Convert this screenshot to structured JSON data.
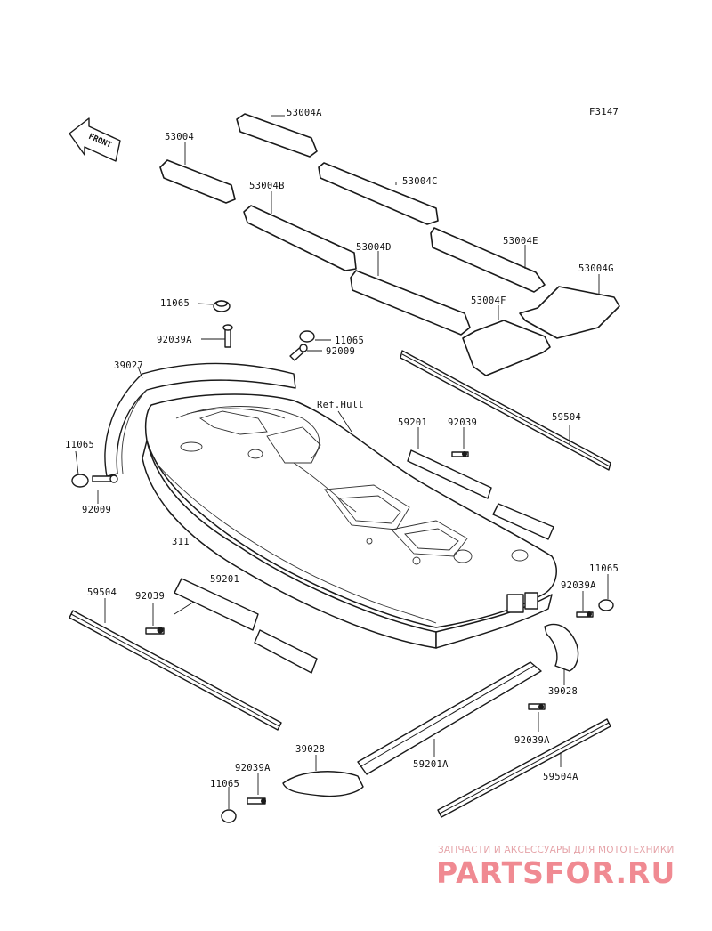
{
  "figure": {
    "code": "F3147",
    "ref_hull": "Ref.Hull",
    "front_label": "FRONT"
  },
  "mats": {
    "m53004": "53004",
    "m53004A": "53004A",
    "m53004B": "53004B",
    "m53004C": "53004C",
    "m53004D": "53004D",
    "m53004E": "53004E",
    "m53004F": "53004F",
    "m53004G": "53004G"
  },
  "parts": {
    "p11065_top": "11065",
    "p92039A_top": "92039A",
    "p11065_mid": "11065",
    "p92009_mid": "92009",
    "p39027": "39027",
    "p11065_left": "11065",
    "p92009_left": "92009",
    "p311": "311",
    "p59201_right": "59201",
    "p92039_right": "92039",
    "p59504_right": "59504",
    "p59504_left": "59504",
    "p92039_left": "92039",
    "p59201_left": "59201",
    "p11065_right": "11065",
    "p92039A_right": "92039A",
    "p39028_right": "39028",
    "p92039A_lowright": "92039A",
    "p59504A": "59504A",
    "p59201A": "59201A",
    "p39028_bottom": "39028",
    "p92039A_bottom": "92039A",
    "p11065_bottom": "11065"
  },
  "watermark": {
    "subtitle": "ЗАПЧАСТИ И АКСЕССУАРЫ ДЛЯ МОТОТЕХНИКИ",
    "logo": "PARTSFOR.RU",
    "color": "#f08a92"
  }
}
